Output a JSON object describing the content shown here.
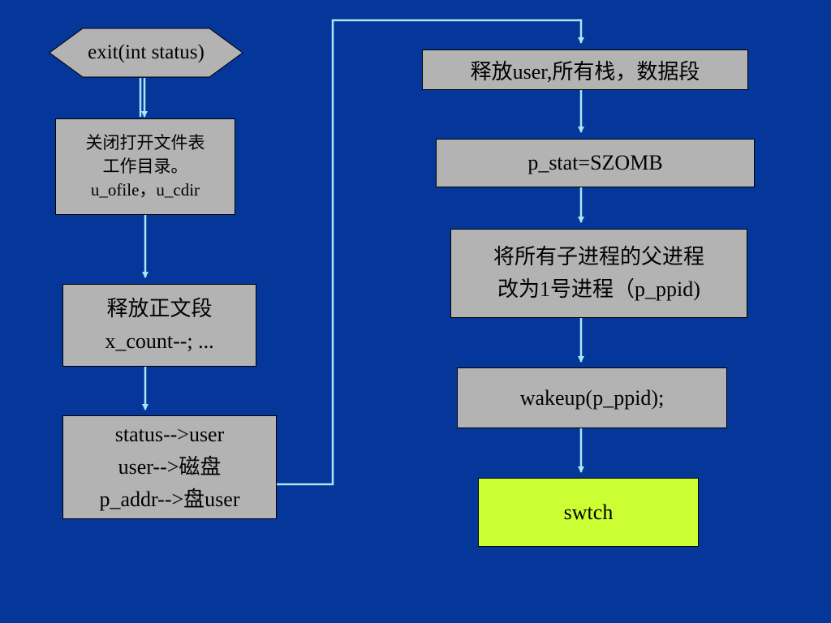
{
  "colors": {
    "background": "#05369a",
    "box_fill": "#b3b3b3",
    "highlight_fill": "#ccff33",
    "arrow": "#a9e8f3"
  },
  "nodes": {
    "start": {
      "label": "exit(int status)"
    },
    "close_files": {
      "lines": [
        "关闭打开文件表",
        "工作目录。",
        "u_ofile，u_cdir"
      ]
    },
    "release_text": {
      "lines": [
        "释放正文段",
        "x_count--; ..."
      ]
    },
    "save_status": {
      "lines": [
        "status-->user",
        "user-->磁盘",
        "p_addr-->盘user"
      ]
    },
    "release_user": {
      "label": "释放user,所有栈，数据段"
    },
    "set_zombie": {
      "label": "p_stat=SZOMB"
    },
    "reparent": {
      "lines": [
        "将所有子进程的父进程",
        "改为1号进程（p_ppid)"
      ]
    },
    "wakeup": {
      "label": "wakeup(p_ppid);"
    },
    "switch": {
      "label": "swtch"
    }
  }
}
